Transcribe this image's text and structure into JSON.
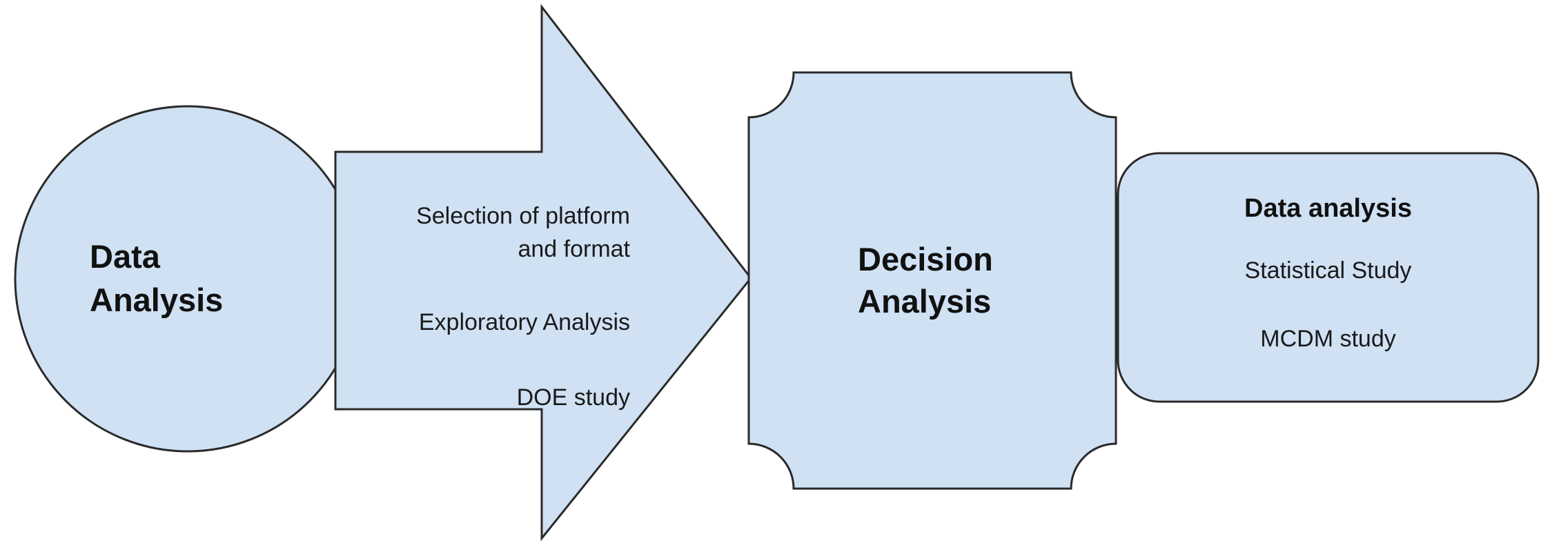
{
  "colors": {
    "fill": "#cfe1f3",
    "stroke": "#2a2a2a",
    "text": "#1a1a1a"
  },
  "circle": {
    "label_line1": "Data",
    "label_line2": "Analysis"
  },
  "arrow": {
    "item1_line1": "Selection of platform",
    "item1_line2": "and format",
    "item2": "Exploratory Analysis",
    "item3": "DOE study"
  },
  "center_shape": {
    "label_line1": "Decision",
    "label_line2": "Analysis"
  },
  "right_box": {
    "title": "Data analysis",
    "item1": "Statistical Study",
    "item2": "MCDM study"
  }
}
